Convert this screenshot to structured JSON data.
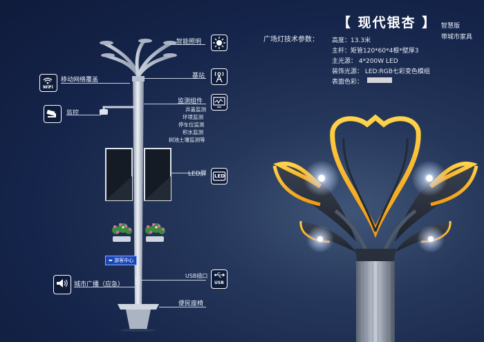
{
  "title": "【 现代银杏 】",
  "series_tag": [
    "智慧版",
    "带城市家具"
  ],
  "specs": {
    "heading": "广场灯技术参数：",
    "height": "高度：13.3米",
    "pole": "主杆：矩管120*60*4根*壁厚3",
    "light": "主光源： 4*200W LED",
    "deco": "装饰光源： LED:RGB七彩变色模组",
    "color": "表面色彩："
  },
  "features": {
    "smart_lighting": "智能照明",
    "base_station": "基站",
    "monitor_group": "监测组件",
    "monitor_items": [
      "井盖监测",
      "环境监测",
      "停车位监测",
      "积水监测",
      "树池土壤监测等"
    ],
    "led_screen": "LED屏",
    "usb": "USB插口",
    "bench": "便民座椅",
    "wifi": "移动网络覆盖",
    "camera": "监控",
    "broadcast": "城市广播（应急）",
    "guide_sign": "游客中心"
  },
  "icon_labels": {
    "wifi": "WiFi",
    "led": "LED",
    "usb": "USB"
  },
  "colors": {
    "surface_swatch": "#d4d6da",
    "accent_yellow": "#f7b419"
  }
}
